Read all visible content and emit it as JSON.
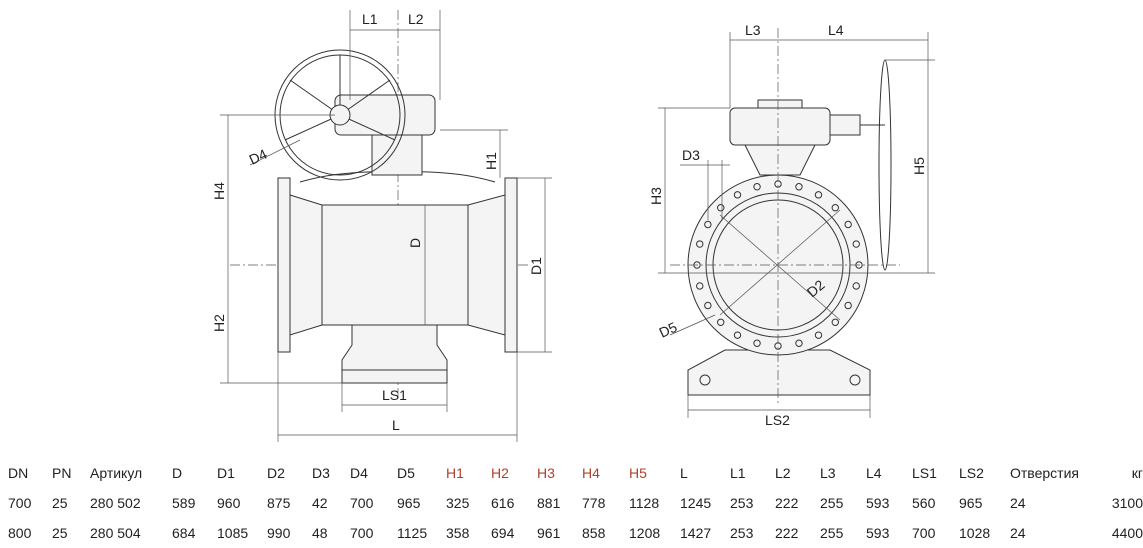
{
  "labels": {
    "L1": "L1",
    "L2": "L2",
    "D4": "D4",
    "H4": "H4",
    "H1": "H1",
    "D": "D",
    "D1": "D1",
    "H2": "H2",
    "LS1": "LS1",
    "L": "L",
    "L3": "L3",
    "L4": "L4",
    "D3": "D3",
    "H3": "H3",
    "H5": "H5",
    "D2": "D2",
    "D5": "D5",
    "LS2": "LS2"
  },
  "table": {
    "headers": [
      "DN",
      "PN",
      "Артикул",
      "D",
      "D1",
      "D2",
      "D3",
      "D4",
      "D5",
      "H1",
      "H2",
      "H3",
      "H4",
      "H5",
      "L",
      "L1",
      "L2",
      "L3",
      "L4",
      "LS1",
      "LS2",
      "Отверстия",
      "кг"
    ],
    "rows": [
      [
        "700",
        "25",
        "280 502",
        "589",
        "960",
        "875",
        "42",
        "700",
        "965",
        "325",
        "616",
        "881",
        "778",
        "1128",
        "1245",
        "253",
        "222",
        "255",
        "593",
        "560",
        "965",
        "24",
        "3100"
      ],
      [
        "800",
        "25",
        "280 504",
        "684",
        "1085",
        "990",
        "48",
        "700",
        "1125",
        "358",
        "694",
        "961",
        "858",
        "1208",
        "1427",
        "253",
        "222",
        "255",
        "593",
        "700",
        "1028",
        "24",
        "4400"
      ]
    ]
  },
  "bolt_count": 24
}
